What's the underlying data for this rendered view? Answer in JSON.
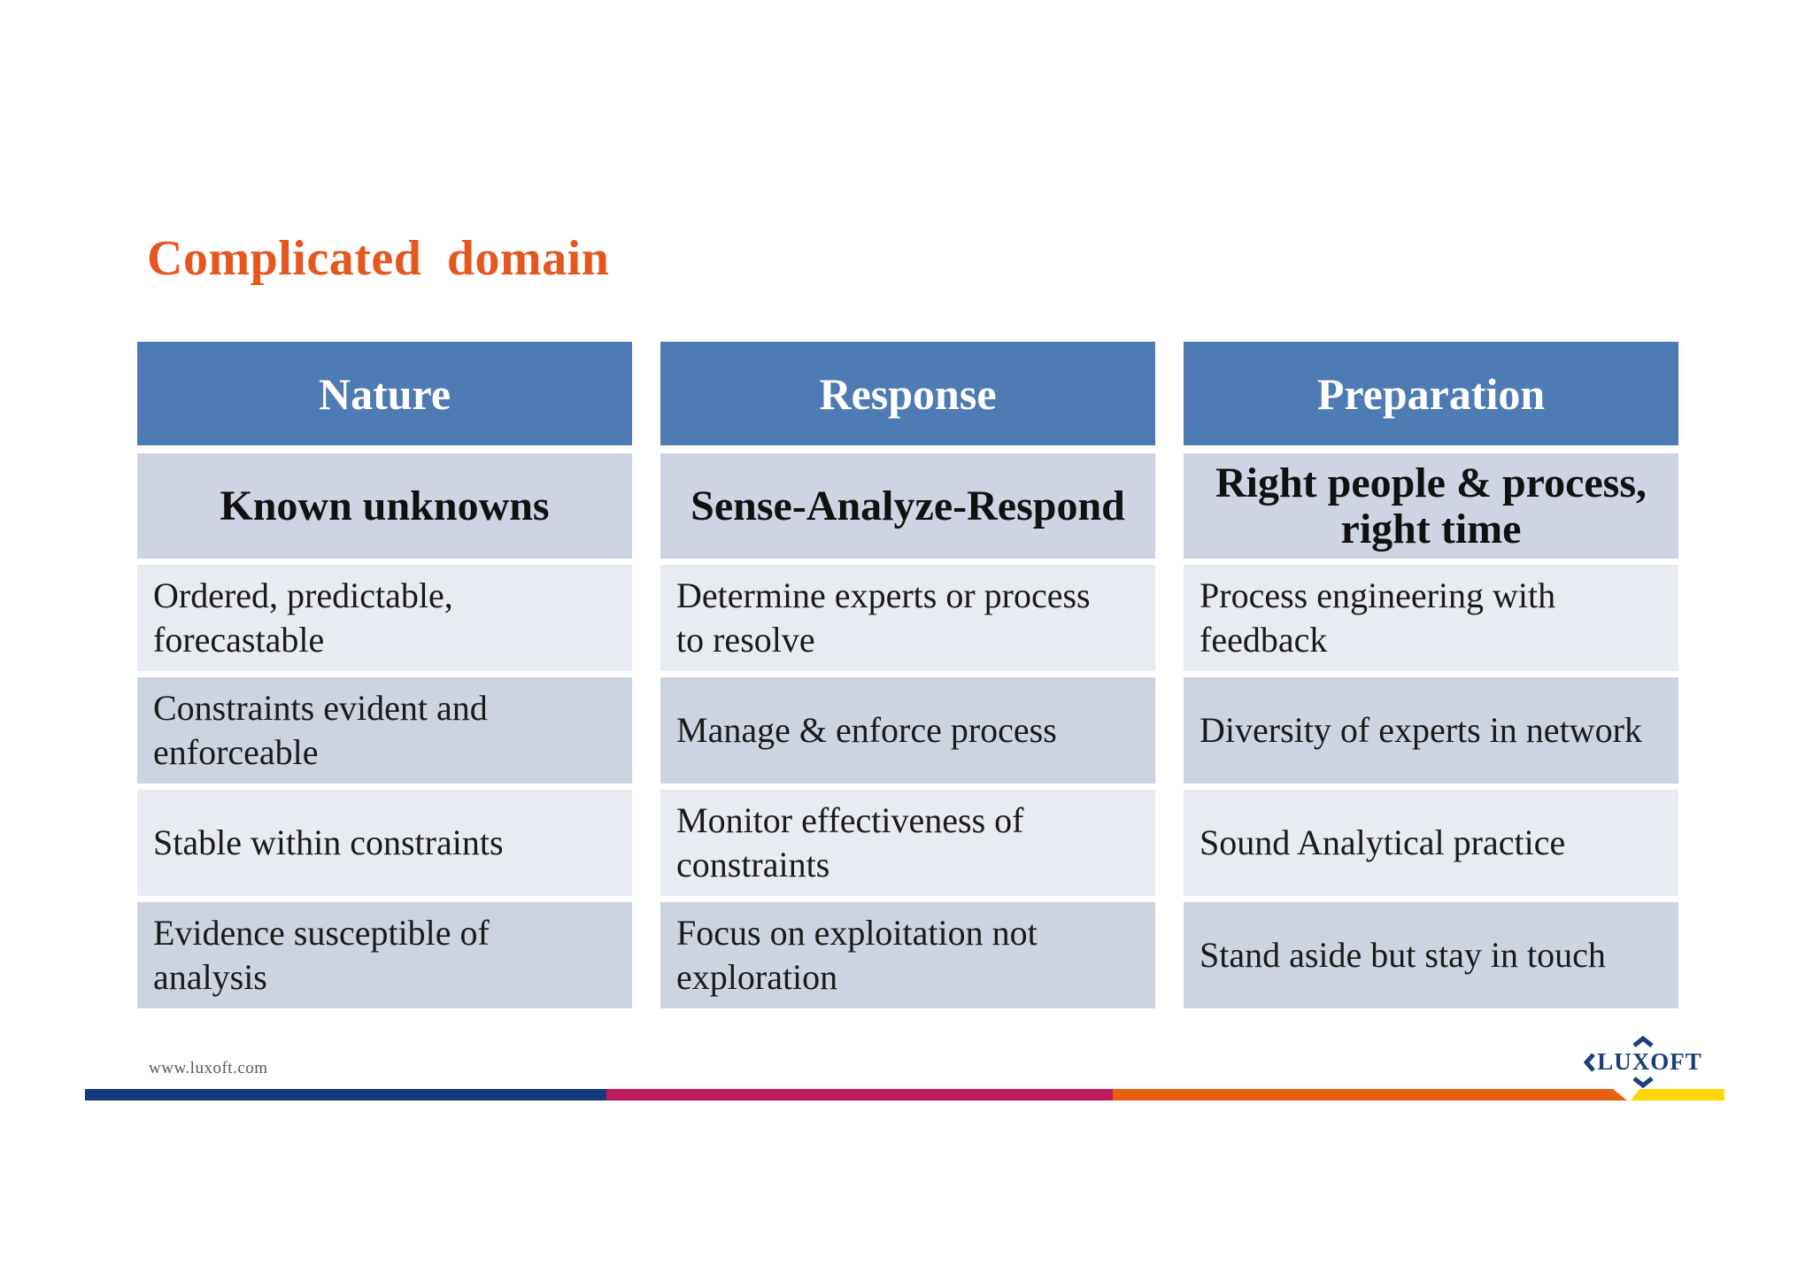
{
  "slide": {
    "title": "Complicated domain"
  },
  "columns": [
    {
      "header": "Nature",
      "subtitle": "Known unknowns",
      "rows": [
        "Ordered, predictable, forecastable",
        "Constraints evident and enforceable",
        "Stable within constraints",
        "Evidence susceptible of analysis"
      ]
    },
    {
      "header": "Response",
      "subtitle": "Sense-Analyze-Respond",
      "rows": [
        "Determine experts or process to resolve",
        "Manage & enforce process",
        "Monitor effectiveness of constraints",
        "Focus on exploitation not exploration"
      ]
    },
    {
      "header": "Preparation",
      "subtitle": "Right people & process, right time",
      "rows": [
        "Process engineering with feedback",
        "Diversity of experts in network",
        "Sound Analytical practice",
        "Stand aside but stay in touch"
      ]
    }
  ],
  "footer": {
    "url": "www.luxoft.com",
    "logo_text": "LUXOFT"
  },
  "colors": {
    "title_orange": "#E5571E",
    "header_blue": "#4F7BB5",
    "subtitle_bg": "#CFD4E4",
    "row_light": "#E9EBF2",
    "row_dark": "#CCD3E1",
    "bar_navy": "#15397D",
    "bar_crimson": "#C11A5E",
    "bar_orange": "#E8600F",
    "bar_yellow": "#FFD502",
    "logo_navy": "#1C3E7E"
  }
}
